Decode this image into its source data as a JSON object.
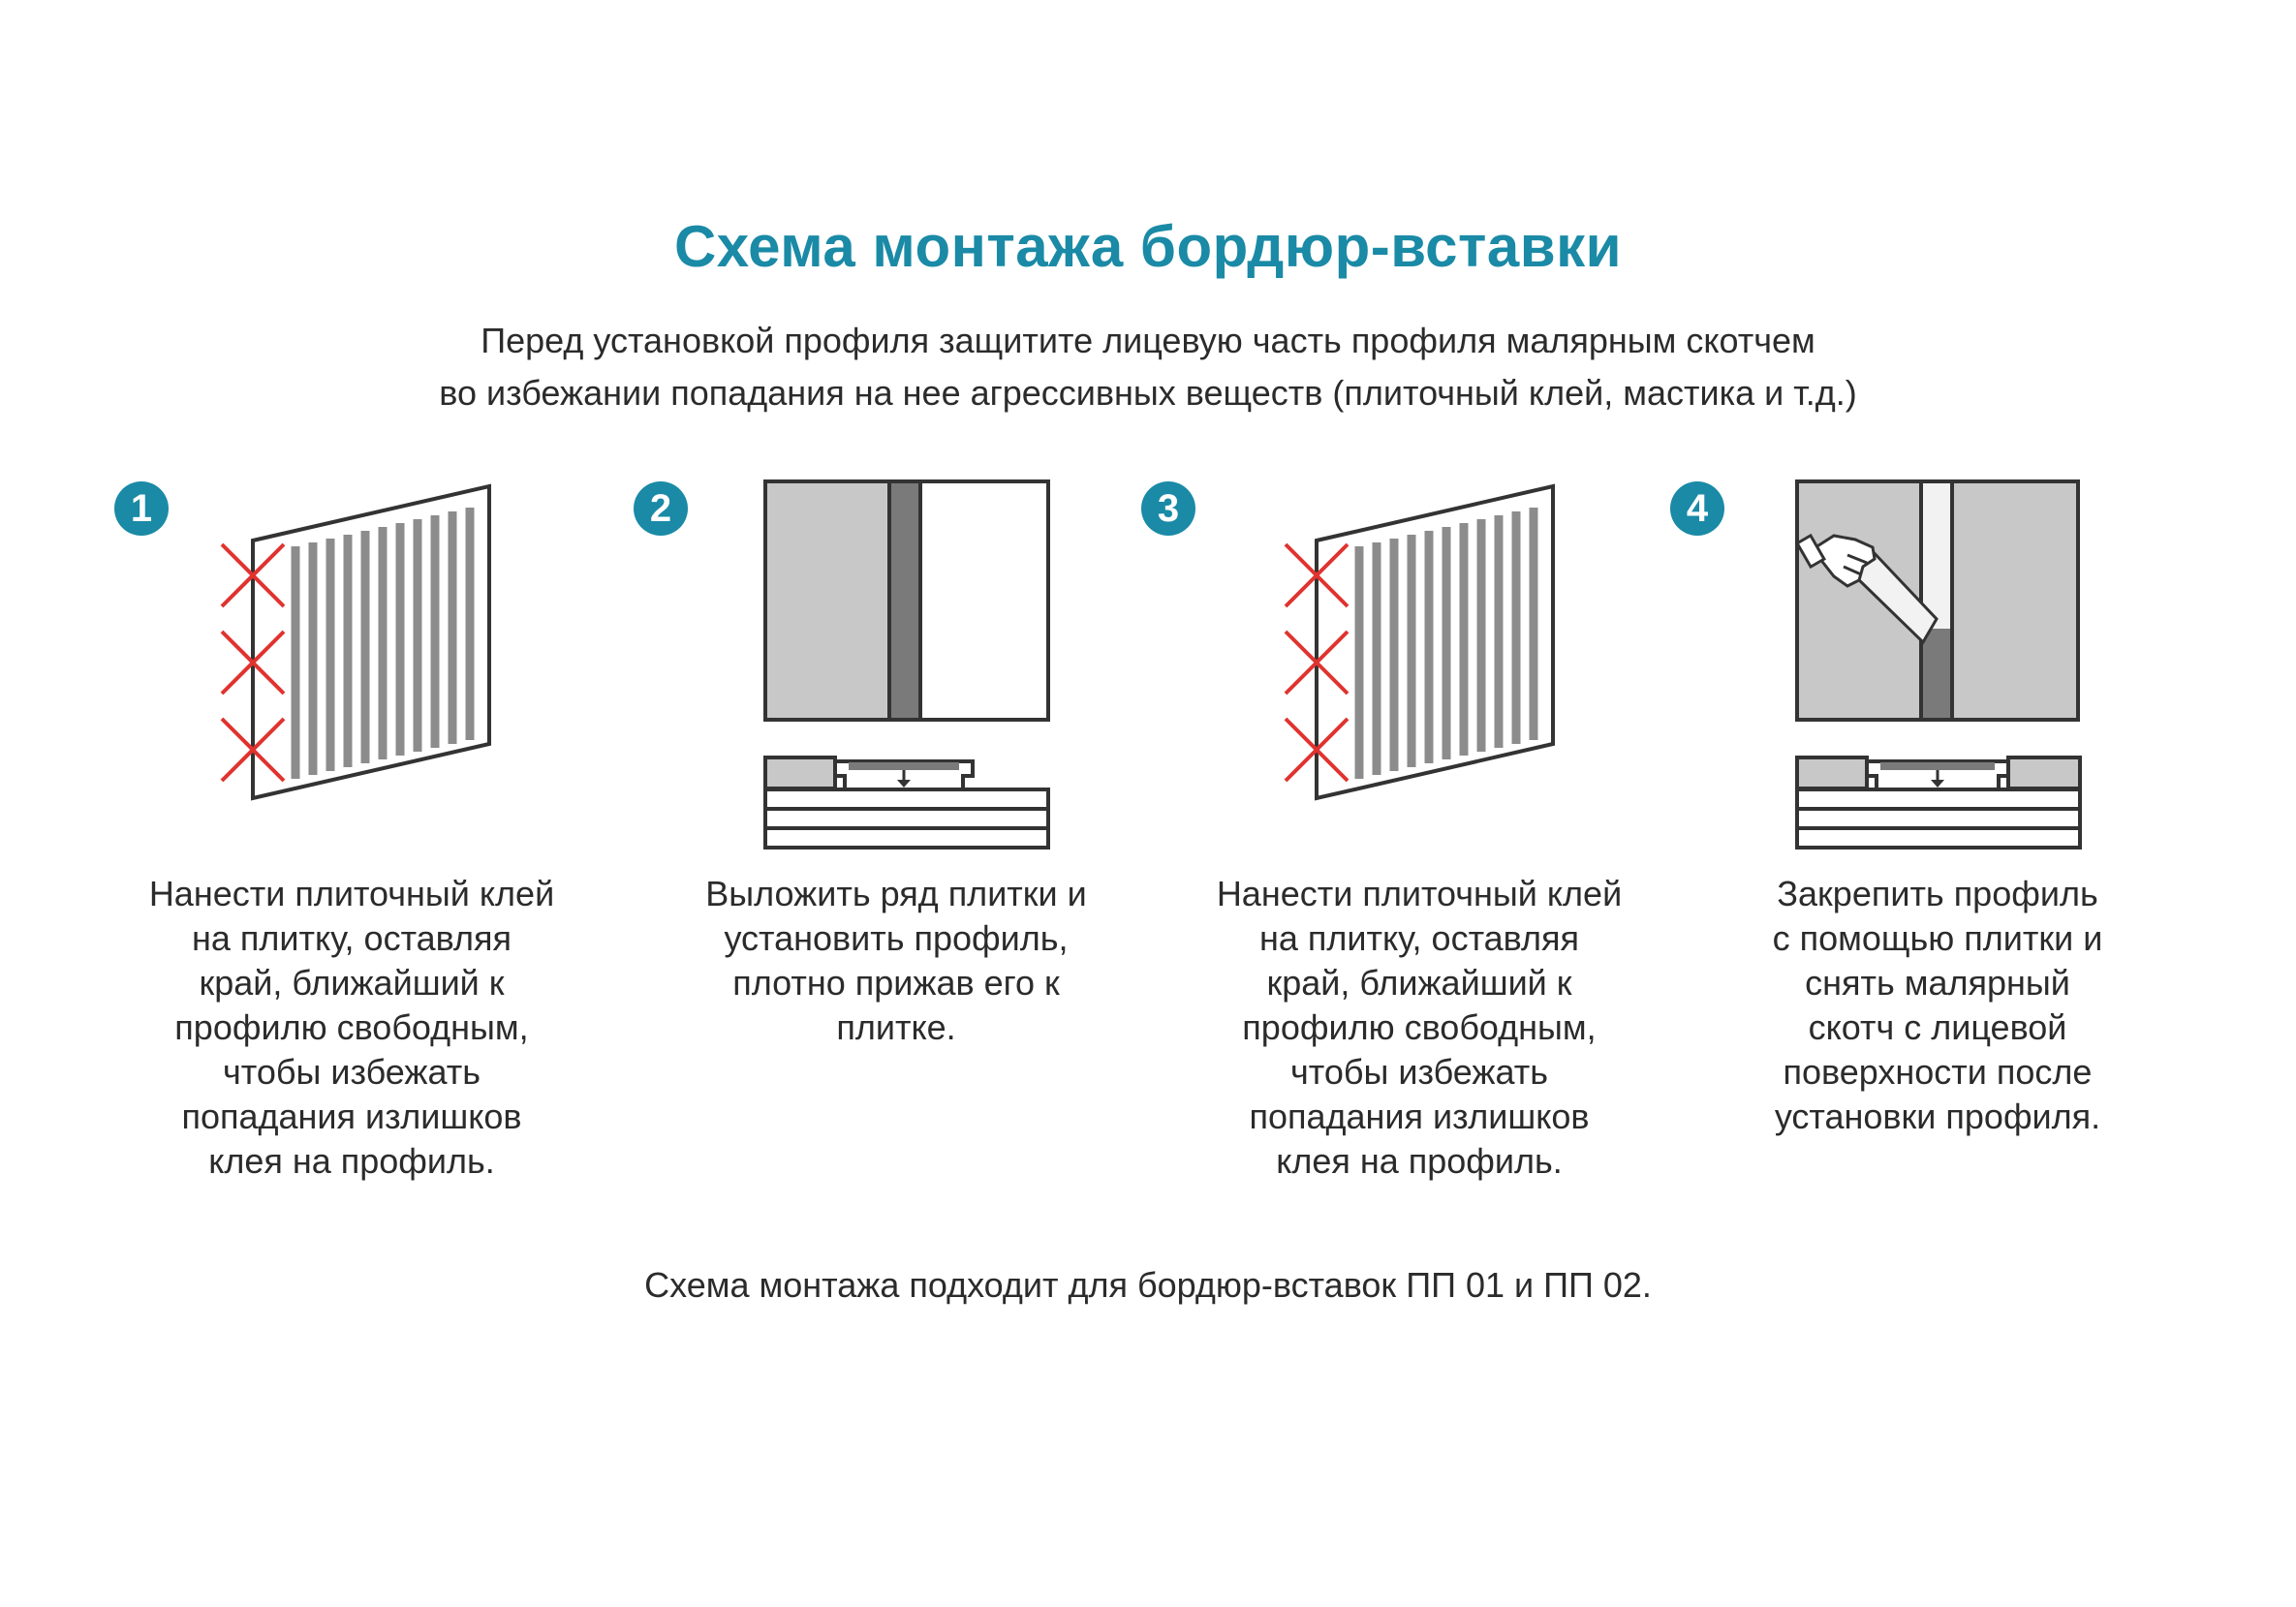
{
  "title": "Схема монтажа бордюр-вставки",
  "subtitle": [
    "Перед установкой профиля защитите лицевую часть профиля малярным скотчем",
    "во избежании попадания на нее агрессивных веществ (плиточный клей, мастика и т.д.)"
  ],
  "steps": [
    {
      "number": "1",
      "caption": [
        "Нанести плиточный клей",
        "на плитку, оставляя",
        "край, ближайший к",
        "профилю свободным,",
        "чтобы избежать",
        "попадания излишков",
        "клея на профиль."
      ]
    },
    {
      "number": "2",
      "caption": [
        "Выложить ряд плитки и",
        "установить профиль,",
        "плотно прижав его к",
        "плитке."
      ]
    },
    {
      "number": "3",
      "caption": [
        "Нанести плиточный клей",
        "на плитку, оставляя",
        "край, ближайший к",
        "профилю свободным,",
        "чтобы избежать",
        "попадания излишков",
        "клея на профиль."
      ]
    },
    {
      "number": "4",
      "caption": [
        "Закрепить профиль",
        "с помощью плитки и",
        "снять малярный",
        "скотч с лицевой",
        "поверхности после",
        "установки профиля."
      ]
    }
  ],
  "footer": "Схема монтажа подходит для бордюр-вставок ПП 01 и ПП 02.",
  "colors": {
    "accent": "#1a8aa6",
    "text": "#2b2b2b",
    "line": "#333333",
    "tile_gray": "#c8c8c8",
    "profile_dark": "#7a7a7a",
    "cross_red": "#e0332f"
  }
}
